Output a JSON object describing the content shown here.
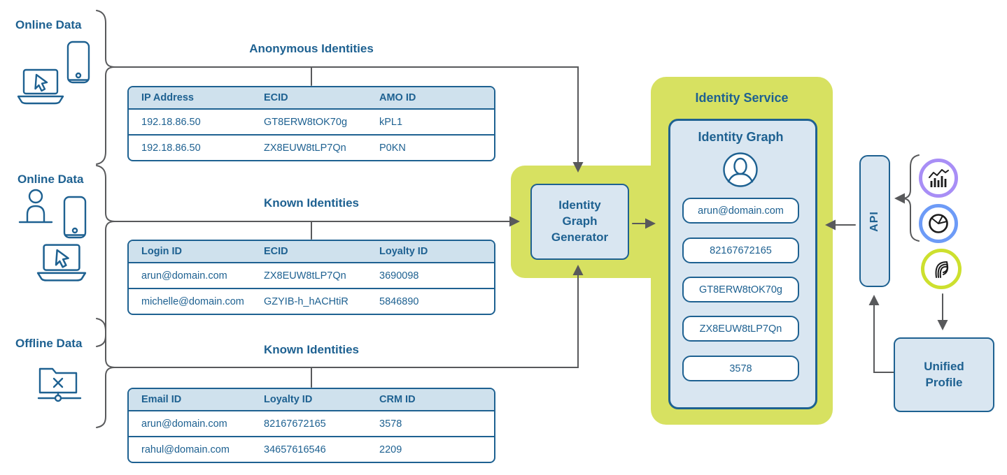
{
  "colors": {
    "blue": "#1e6191",
    "table_header_fill": "#cfe1ed",
    "box_fill": "#d9e6f1",
    "lime": "#d7e161",
    "wire_gray": "#58595b",
    "ring_purple": "#a88ef6",
    "ring_blue": "#6d9bf7",
    "ring_lime": "#cde02e"
  },
  "sources": [
    {
      "label": "Online Data"
    },
    {
      "label": "Online Data"
    },
    {
      "label": "Offline Data"
    }
  ],
  "flows": [
    {
      "title": "Anonymous Identities",
      "headers": [
        "IP Address",
        "ECID",
        "AMO ID"
      ],
      "rows": [
        [
          "192.18.86.50",
          "GT8ERW8tOK70g",
          "kPL1"
        ],
        [
          "192.18.86.50",
          "ZX8EUW8tLP7Qn",
          "P0KN"
        ]
      ]
    },
    {
      "title": "Known Identities",
      "headers": [
        "Login ID",
        "ECID",
        "Loyalty ID"
      ],
      "rows": [
        [
          "arun@domain.com",
          "ZX8EUW8tLP7Qn",
          "3690098"
        ],
        [
          "michelle@domain.com",
          "GZYIB-h_hACHtiR",
          "5846890"
        ]
      ]
    },
    {
      "title": "Known Identities",
      "headers": [
        "Email ID",
        "Loyalty ID",
        "CRM ID"
      ],
      "rows": [
        [
          "arun@domain.com",
          "82167672165",
          "3578"
        ],
        [
          "rahul@domain.com",
          "34657616546",
          "2209"
        ]
      ]
    }
  ],
  "generator": {
    "label": "Identity Graph Generator"
  },
  "identity_service": {
    "title": "Identity Service",
    "graph": {
      "title": "Identity Graph",
      "identities": [
        "arun@domain.com",
        "82167672165",
        "GT8ERW8tOK70g",
        "ZX8EUW8tLP7Qn",
        "3578"
      ]
    }
  },
  "api": {
    "label": "API"
  },
  "unified_profile": {
    "label": "Unified Profile"
  },
  "consumers": [
    {
      "icon": "analytics-chart-icon"
    },
    {
      "icon": "pie-chart-icon"
    },
    {
      "icon": "experience-platform-icon"
    }
  ]
}
